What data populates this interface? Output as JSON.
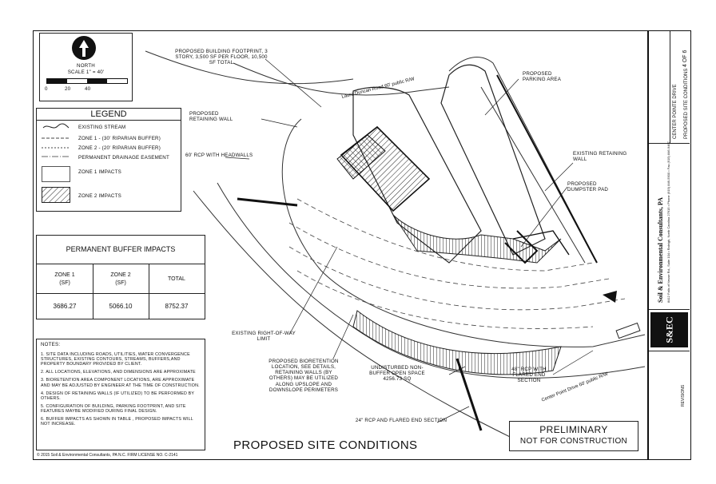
{
  "north": {
    "label": "NORTH",
    "scale": "SCALE 1\" = 40'",
    "ticks": [
      "0",
      "20",
      "40"
    ]
  },
  "legend": {
    "title": "LEGEND",
    "items": [
      "EXISTING STREAM",
      "ZONE 1 - (30' RIPARIAN BUFFER)",
      "ZONE 2 - (20' RIPARIAN BUFFER)",
      "PERMANENT DRAINAGE EASEMENT",
      "ZONE 1 IMPACTS",
      "ZONE 2 IMPACTS"
    ]
  },
  "impacts": {
    "title": "PERMANENT BUFFER IMPACTS",
    "headers": [
      "ZONE 1",
      "ZONE 2",
      "TOTAL"
    ],
    "units": [
      "(SF)",
      "(SF)",
      ""
    ],
    "values": [
      "3686.27",
      "5066.10",
      "8752.37"
    ]
  },
  "notes": {
    "title": "NOTES:",
    "items": [
      "1.  SITE DATA INCLUDING ROADS, UTILITIES, WATER CONVERGENCE STRUCTURES, EXISTING CONTOURS, STREAMS, BUFFERS,AND PROPERTY BOUNDARY PROVIDED BY CLIENT.",
      "2.  ALL LOCATIONS, ELEVATIONS, AND DIMENSIONS ARE APPROXIMATE",
      "3.  BIORETENTION AREA COMPONENT LOCATIONS, ARE APPROXIMATE AND MAY BE ADJUSTED BY ENGINEER AT THE TIME OF CONSTRUCTION.",
      "4.  DESIGN OF RETAINING WALLS (IF UTILIZED) TO BE PERFORMED BY OTHERS.",
      "5.  CONFIGURATION OF BUILDING, PARKING FOOTPRINT, AND SITE FEATURES MAYBE MODIFIED DURING FINAL DESIGN.",
      "6.  BUFFER IMPACTS AS SHOWN IN TABLE , PROPOSED IMPACTS WILL NOT INCREASE."
    ]
  },
  "callouts": {
    "building": "PROPOSED BUILDING FOOTPRINT, 3 STORY, 3,500 SF PER FLOOR, 10,500 SF TOTAL",
    "road1": "Laura Duncan Road 60' public R/W",
    "parking": "PROPOSED PARKING AREA",
    "retaining": "PROPOSED RETAINING WALL",
    "rcp60": "60' RCP WITH HEADWALLS",
    "exist_wall": "EXISTING RETAINING WALL",
    "dumpster": "PROPOSED DUMPSTER PAD",
    "row": "EXISTING RIGHT-OF-WAY LIMIT",
    "bioret": "PROPOSED BIORETENTION LOCATION, SEE DETAILS, RETAINING WALLS (BY OTHERS) MAY BE UTILIZED ALONG UPSLOPE AND DOWNSLOPE PERIMETERS",
    "nonbuffer": "UNDISTURBED NON-BUFFER OPEN SPACE 4256.73 SQ",
    "rcp48": "48\" RCP WITH FLARED END SECTION",
    "road2": "Center Point Drive 60' public R/W",
    "rcp24": "24\" RCP AND FLARED END SECTION"
  },
  "sheet_title": "PROPOSED SITE CONDITIONS",
  "stamp": {
    "line1": "PRELIMINARY",
    "line2": "NOT FOR CONSTRUCTION"
  },
  "copyright": "© 2015 Soil & Environmental Consultants, PA  N.C. FIRM LICENSE NO. C-2141",
  "title_block": {
    "firm": "Soil & Environmental Consultants, PA",
    "address": "8412 Falls of Neuse Rd., Suite 104 • Raleigh, North Carolina 27615 • Phone (919) 846-5900 • Fax (919) 846-9467",
    "logo": "S&EC",
    "project": "CENTER POINTE DRIVE",
    "sheet_name": "PROPOSED SITE CONDITIONS",
    "sheet_no": "4 OF 6",
    "revisions": "REVISIONS"
  }
}
